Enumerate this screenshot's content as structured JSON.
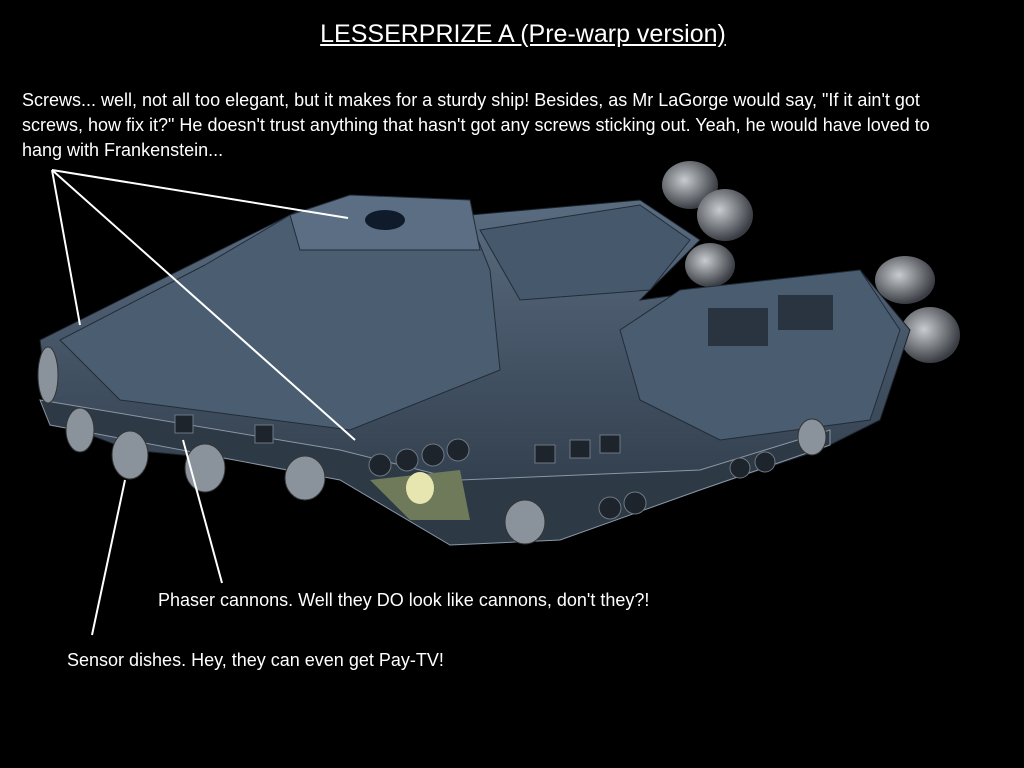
{
  "title": "LESSERPRIZE A (Pre-warp version)",
  "annotations": {
    "screws": "Screws... well, not all too elegant, but it makes for a sturdy ship! Besides, as Mr LaGorge would say, \"If it ain't got screws, how fix it?\" He doesn't trust anything that hasn't got any screws sticking out. Yeah, he would have loved to hang with Frankenstein...",
    "phaser": "Phaser cannons. Well they DO look like cannons, don't they?!",
    "sensor": "Sensor dishes. Hey, they can even get Pay-TV!"
  },
  "colors": {
    "hull": "#3b4b5e",
    "hull_light": "#56687c",
    "hull_dark": "#1f2a36",
    "lines": "#ffffff"
  }
}
